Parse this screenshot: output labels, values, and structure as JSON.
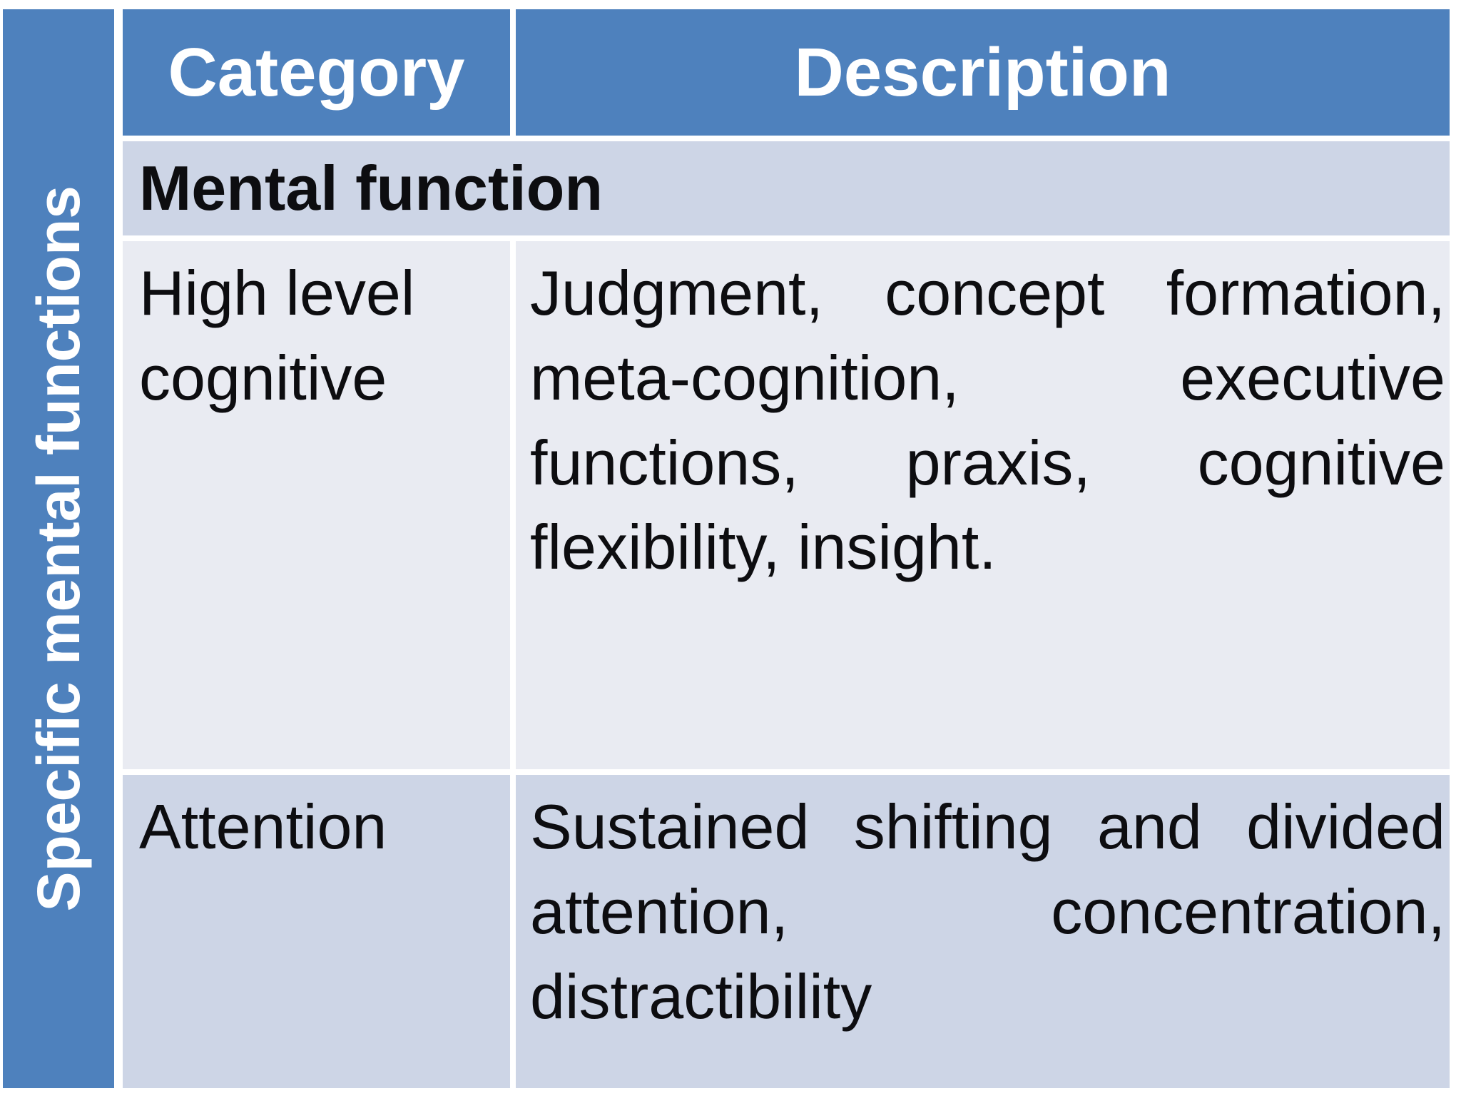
{
  "palette": {
    "header_blue": "#4E81BD",
    "band_row_bg": "#CDD5E6",
    "light_row_bg": "#E9EBF2",
    "header_text": "#FFFFFF",
    "body_text": "#0D0D10",
    "page_bg": "#FFFFFF"
  },
  "sidebar": {
    "label": "Specific mental functions"
  },
  "table": {
    "headers": [
      {
        "label": "Category"
      },
      {
        "label": "Description"
      }
    ],
    "section_row": {
      "label": "Mental function"
    },
    "rows": [
      {
        "category": "High level cognitive",
        "description": "Judgment, concept formation, meta-cognition, executive functions, praxis, cognitive flexibility, insight."
      },
      {
        "category": "Attention",
        "description": "Sustained shifting and divided attention, concentration, distractibility"
      }
    ]
  }
}
